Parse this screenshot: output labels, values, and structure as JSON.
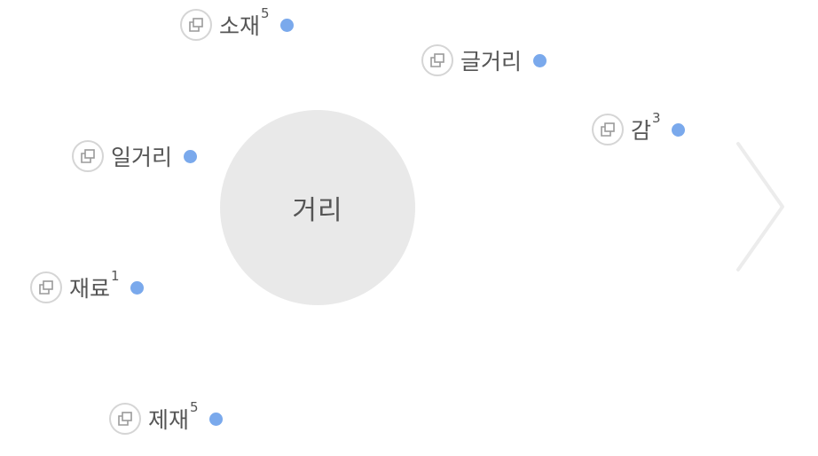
{
  "center": {
    "label": "거리"
  },
  "nodes": [
    {
      "word": "소재",
      "sup": "5"
    },
    {
      "word": "글거리",
      "sup": ""
    },
    {
      "word": "감",
      "sup": "3"
    },
    {
      "word": "일거리",
      "sup": ""
    },
    {
      "word": "재료",
      "sup": "1"
    },
    {
      "word": "제재",
      "sup": "5"
    }
  ],
  "icons": {
    "copy": "copy-icon",
    "next": "chevron-right-icon"
  },
  "colors": {
    "dot": "#7aa9ec",
    "center_fill": "#e9e9e9",
    "text": "#555555"
  }
}
